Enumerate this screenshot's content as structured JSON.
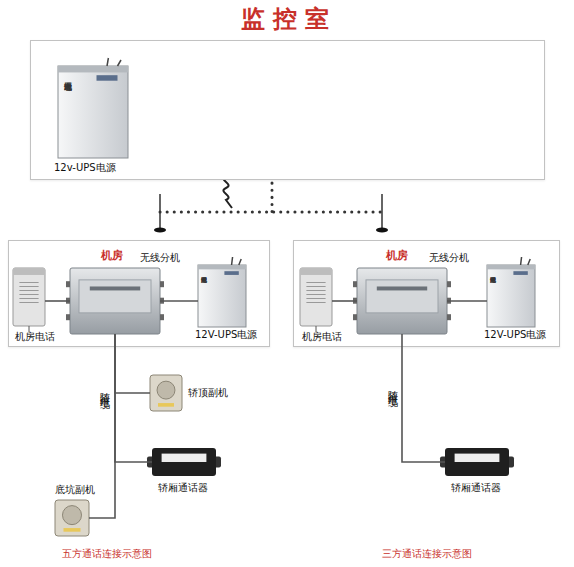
{
  "diagram": {
    "nodes": [
      {
        "text": [
          "监控室"
        ]
      },
      {
        "text": [
          "12v-UPS电源"
        ],
        "in": 0
      },
      {
        "text": [
          "机房"
        ]
      },
      {
        "text": [
          "无线分机"
        ],
        "in": 2
      },
      {
        "text": [
          "机房电话"
        ],
        "in": 2
      },
      {
        "text": [
          "12V-UPS电源"
        ],
        "in": 2
      },
      {
        "text": [
          "轿顶副机"
        ]
      },
      {
        "text": [
          "轿厢通话器"
        ]
      },
      {
        "text": [
          "底坑副机"
        ]
      },
      {
        "text": [
          "机房"
        ]
      },
      {
        "text": [
          "无线分机"
        ],
        "in": 9
      },
      {
        "text": [
          "机房电话"
        ],
        "in": 9
      },
      {
        "text": [
          "12V-UPS电源"
        ],
        "in": 9
      },
      {
        "text": [
          "轿厢通话器"
        ]
      }
    ],
    "edges": [
      {
        "from": 3,
        "to": 4,
        "arrow": "none"
      },
      {
        "from": 3,
        "to": 5,
        "arrow": "none"
      },
      {
        "from": 3,
        "to": 6,
        "arrow": "none"
      },
      {
        "from": 3,
        "to": 7,
        "arrow": "none"
      },
      {
        "from": 3,
        "to": 8,
        "arrow": "none"
      },
      {
        "from": 10,
        "to": 11,
        "arrow": "none"
      },
      {
        "from": 10,
        "to": 12,
        "arrow": "none"
      },
      {
        "from": 10,
        "to": 13,
        "arrow": "none"
      }
    ],
    "labels": [
      "无线对讲专用电源",
      "无线对讲专用电源",
      "无线对讲专用电源",
      "随行电缆",
      "随行电缆",
      "五方通话连接示意图",
      "三方通话连接示意图"
    ]
  }
}
